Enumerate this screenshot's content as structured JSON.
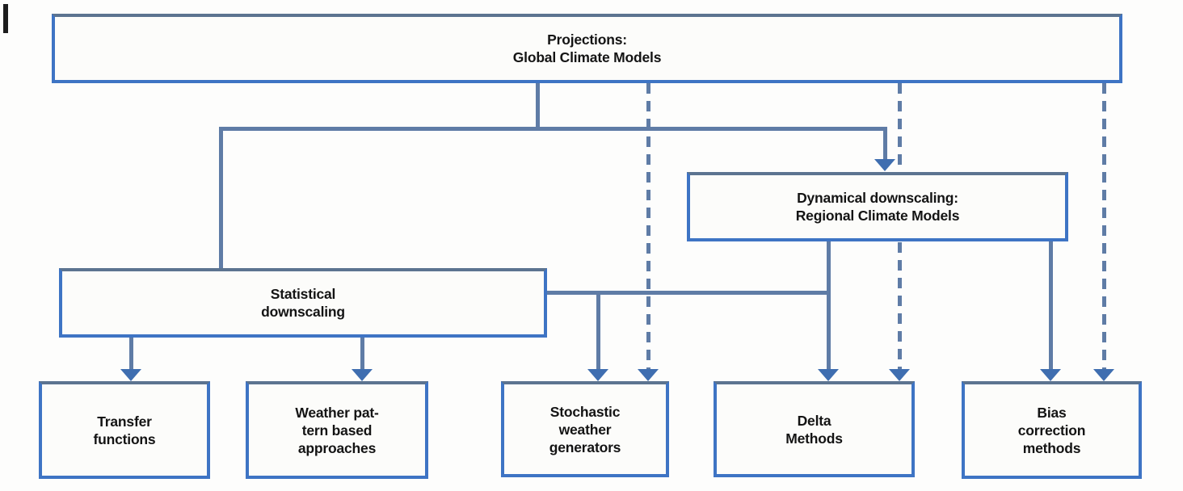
{
  "diagram": {
    "figure_type": "flowchart",
    "topic": "Climate model downscaling methods",
    "nodes": {
      "projections": {
        "label": "Projections:\nGlobal Climate Models"
      },
      "dynamical": {
        "label": "Dynamical downscaling:\nRegional Climate Models"
      },
      "statistical": {
        "label": "Statistical\ndownscaling"
      },
      "transfer": {
        "label": "Transfer\nfunctions"
      },
      "weather": {
        "label": "Weather pat-\ntern based\napproaches"
      },
      "stochastic": {
        "label": "Stochastic\nweather\ngenerators"
      },
      "delta": {
        "label": "Delta\nMethods"
      },
      "bias": {
        "label": "Bias\ncorrection\nmethods"
      }
    },
    "edges": [
      {
        "from": "projections",
        "to": "statistical",
        "style": "solid",
        "arrowhead": false
      },
      {
        "from": "projections",
        "to": "dynamical",
        "style": "solid",
        "arrowhead": true
      },
      {
        "from": "projections",
        "to": "stochastic",
        "style": "dashed",
        "arrowhead": true
      },
      {
        "from": "projections",
        "to": "delta",
        "style": "dashed",
        "arrowhead": true
      },
      {
        "from": "projections",
        "to": "bias",
        "style": "dashed",
        "arrowhead": true
      },
      {
        "from": "statistical",
        "to": "transfer",
        "style": "solid",
        "arrowhead": true
      },
      {
        "from": "statistical",
        "to": "weather",
        "style": "solid",
        "arrowhead": true
      },
      {
        "from": "statistical",
        "to": "stochastic",
        "style": "solid",
        "arrowhead": true
      },
      {
        "from": "statistical",
        "to": "delta",
        "style": "solid",
        "arrowhead": true
      },
      {
        "from": "dynamical",
        "to": "delta",
        "style": "solid",
        "arrowhead": true
      },
      {
        "from": "dynamical",
        "to": "bias",
        "style": "solid",
        "arrowhead": true
      }
    ],
    "colors": {
      "box_border": "#3e74c4",
      "box_border_top": "#5c7490",
      "box_fill": "#fcfcfa",
      "connector_line": "#5f7ca6",
      "arrowhead": "#3f6eb0",
      "text": "#141414",
      "background": "#fdfdfc"
    }
  }
}
